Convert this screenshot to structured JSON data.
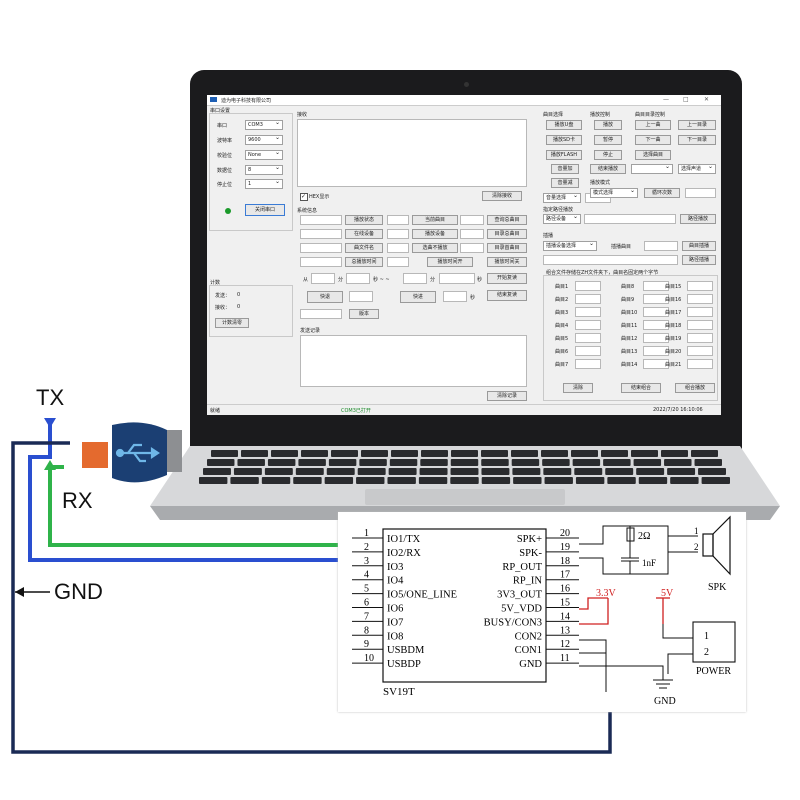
{
  "labels": {
    "tx": "TX",
    "rx": "RX",
    "gnd": "GND"
  },
  "app": {
    "title": "迪为电子科技有限公司",
    "window_controls": [
      "—",
      "□",
      "✕"
    ],
    "serial": {
      "group": "串口设置",
      "port_label": "串口",
      "port_value": "COM3",
      "baud_label": "波特率",
      "baud_value": "9600",
      "parity_label": "校验位",
      "parity_value": "None",
      "databits_label": "数据位",
      "databits_value": "8",
      "stopbits_label": "停止位",
      "stopbits_value": "1",
      "close_button": "关闭串口"
    },
    "counter": {
      "group": "计数",
      "send_label": "发送：",
      "send_value": "0",
      "recv_label": "接收：",
      "recv_value": "0",
      "clear_button": "计数清零"
    },
    "receive": {
      "group": "接收",
      "hex_label": "HEX显示",
      "clear_button": "清除接收"
    },
    "sysinfo": {
      "group": "系统信息",
      "buttons": [
        "播放状态",
        "当前曲目",
        "查询总曲目",
        "在线设备",
        "播放设备",
        "目录总曲目",
        "曲文件名",
        "选曲不播放",
        "目录首曲目",
        "总播放时间",
        "播放时间开",
        "播放时间关"
      ],
      "from_label": "从",
      "min_label": "分",
      "sec_label": "秒",
      "to_label": "秒 ~ ~",
      "min2_label": "分",
      "sec2_label": "秒",
      "repeat_start": "开始复读",
      "repeat_end": "结束复读",
      "rewind": "快退",
      "forward": "快进",
      "sec3_label": "秒",
      "version": "版本"
    },
    "send_log": {
      "group": "发送记录",
      "clear_button": "清除记录"
    },
    "play_select": {
      "group": "曲目选择",
      "buttons": [
        "播放U盘",
        "播放SD卡",
        "播放FLASH"
      ]
    },
    "play_control": {
      "group": "播放控制",
      "buttons": [
        "播放",
        "暂停",
        "停止",
        "结束播放"
      ]
    },
    "dir_control": {
      "group": "曲目目录控制",
      "buttons": [
        "上一曲",
        "上一目录",
        "下一曲",
        "下一目录",
        "选择曲目"
      ],
      "select_value": "选择声道"
    },
    "volume": {
      "add": "音量加",
      "sub": "音量减",
      "select": "音量选择"
    },
    "play_mode": {
      "group": "播放模式",
      "select": "模式选择",
      "loop": "循环次数"
    },
    "path_play": {
      "group": "指定路径播放",
      "select": "路径设备",
      "button": "路径播放"
    },
    "insert": {
      "group": "插播",
      "select": "插播设备选择",
      "label": "插播曲目",
      "button1": "曲目插播",
      "button2": "路径插播"
    },
    "combo": {
      "group": "组合文件存储在ZH文件夹下，曲目名固定两个字节",
      "tracks": [
        "曲目1",
        "曲目2",
        "曲目3",
        "曲目4",
        "曲目5",
        "曲目6",
        "曲目7",
        "曲目8",
        "曲目9",
        "曲目10",
        "曲目11",
        "曲目12",
        "曲目13",
        "曲目14",
        "曲目15",
        "曲目16",
        "曲目17",
        "曲目18",
        "曲目19",
        "曲目20",
        "曲目21"
      ],
      "buttons": [
        "清除",
        "结束组合",
        "组合播放"
      ]
    },
    "status": {
      "left": "就绪",
      "center": "COM3已打开",
      "right": "2022/7/20  16:10:06"
    }
  },
  "schematic": {
    "chip_name": "SV19T",
    "left_pins": [
      {
        "num": "1",
        "name": "IO1/TX"
      },
      {
        "num": "2",
        "name": "IO2/RX"
      },
      {
        "num": "3",
        "name": "IO3"
      },
      {
        "num": "4",
        "name": "IO4"
      },
      {
        "num": "5",
        "name": "IO5/ONE_LINE"
      },
      {
        "num": "6",
        "name": "IO6"
      },
      {
        "num": "7",
        "name": "IO7"
      },
      {
        "num": "8",
        "name": "IO8"
      },
      {
        "num": "9",
        "name": "USBDM"
      },
      {
        "num": "10",
        "name": "USBDP"
      }
    ],
    "right_pins": [
      {
        "num": "20",
        "name": "SPK+"
      },
      {
        "num": "19",
        "name": "SPK-"
      },
      {
        "num": "18",
        "name": "RP_OUT"
      },
      {
        "num": "17",
        "name": "RP_IN"
      },
      {
        "num": "16",
        "name": "3V3_OUT"
      },
      {
        "num": "15",
        "name": "5V_VDD"
      },
      {
        "num": "14",
        "name": "BUSY/CON3"
      },
      {
        "num": "13",
        "name": "CON2"
      },
      {
        "num": "12",
        "name": "CON1"
      },
      {
        "num": "11",
        "name": "GND"
      }
    ],
    "resistor": "2Ω",
    "capacitor": "1nF",
    "speaker": "SPK",
    "speaker_pins": [
      "1",
      "2"
    ],
    "v33": "3.3V",
    "v5": "5V",
    "power": "POWER",
    "power_pins": [
      "1",
      "2"
    ],
    "gnd": "GND"
  },
  "colors": {
    "tx_wire": "#2a4fd0",
    "rx_wire": "#2fb34a",
    "gnd_wire": "#1a2a55",
    "usb_blue": "#1b3f73",
    "usb_orange": "#e46a2e"
  }
}
